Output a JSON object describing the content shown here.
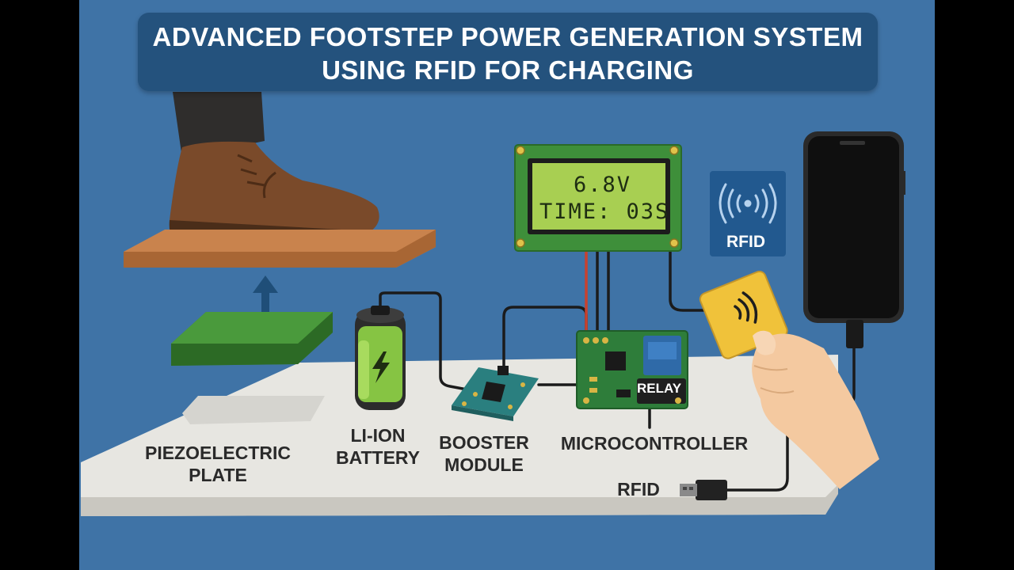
{
  "title": {
    "line1": "ADVANCED FOOTSTEP POWER GENERATION SYSTEM",
    "line2": "USING RFID FOR CHARGING"
  },
  "display": {
    "voltage": "6.8V",
    "time": "TIME: 03S"
  },
  "rfid_module": {
    "label": "RFID"
  },
  "relay": {
    "label": "RELAY"
  },
  "labels": {
    "piezo_line1": "PIEZOELECTRIC",
    "piezo_line2": "PLATE",
    "battery_line1": "LI-ION",
    "battery_line2": "BATTERY",
    "booster_line1": "BOOSTER",
    "booster_line2": "MODULE",
    "microcontroller": "MICROCONTROLLER",
    "rfid_cable": "RFID"
  },
  "colors": {
    "background": "#3f73a6",
    "banner": "#24527d",
    "pcb": "#2e7d3a",
    "lcd": "#a8cf52",
    "piezo": "#3e8a33",
    "card": "#f0c23a"
  },
  "icons": [
    "up-arrow-icon",
    "lightning-bolt-icon",
    "wireless-icon",
    "usb-plug-icon"
  ]
}
